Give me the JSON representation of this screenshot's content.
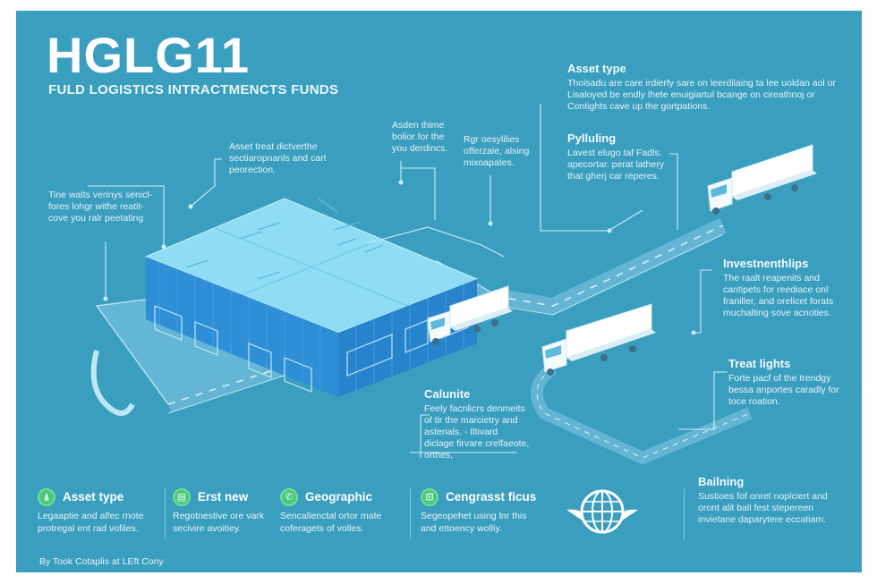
{
  "header": {
    "title": "HGLG11",
    "subtitle": "FULD LOGISTICS INTRACTMENCTS FUNDS"
  },
  "annotations": {
    "asset_type": {
      "title": "Asset type",
      "text": "Thoisadu are care irdierfy sare on leerdilaing ta lee uoldan aol or Lisaloyed be endly lhete enuigiartul bcange on cireathnoj or Contights cave up the gortpations."
    },
    "pylluling": {
      "title": "Pylluling",
      "text": "Lavest elugo taf Fadls. apecortar. perat lathery that gherj car reperes."
    },
    "left_callout": {
      "text": "Tine walts verinys senicl- fores lohgr withe reatit- cove you ralr peetating"
    },
    "roof_callout": {
      "text": "Asset treat dictverthe sectiaropnanls and cart peorection."
    },
    "mid_callout_1": {
      "text": "Asden thime bolior for the you derdincs."
    },
    "mid_callout_2": {
      "text": "Rgr oesylilies offerzale, alsing mixoapates."
    },
    "investnenthlips": {
      "title": "Investnenthlips",
      "text": "The raalt reapenits and cantipets for reediace onl franiller, and orelicet forats muchalting sove acnoties."
    },
    "treat_lights": {
      "title": "Treat lights",
      "text": "Forte pacf of the trendgy bessa anportes caradly for toce roation."
    },
    "calunite": {
      "title": "Calunite",
      "text": "Feely facnlicrs denmeits of tir the marcietry and asterials. - Iltivard diclage firvare crelfaeote, orthes,"
    },
    "bailning": {
      "title": "Bailning",
      "text": "Sustioes fof onret noplciert and oront alit ball fest stepereen invietane daparytere eccatiam."
    }
  },
  "features": [
    {
      "icon": "compass-icon",
      "glyph": "⍋",
      "title": "Asset type",
      "text": "Legaaptie and alfec rnote protregal ent rad vofiles."
    },
    {
      "icon": "document-icon",
      "glyph": "▤",
      "title": "Erst new",
      "text": "Regotnestive ore vark secivire avoitiey."
    },
    {
      "icon": "phone-icon",
      "glyph": "✆",
      "title": "Geographic",
      "text": "Sencallenctal ortor mate coferagets of volles."
    },
    {
      "icon": "download-icon",
      "glyph": "⊡",
      "title": "Cengrasst ficus",
      "text": "Segeopehet using lnr this and ettoency wolliy."
    }
  ],
  "footer": {
    "credit": "By Took Cotaplis at LEft Cony"
  },
  "colors": {
    "background": "#3a9ebf",
    "accent_green": "#4cc67a",
    "building_roof": "#8fdcf5",
    "building_wall": "#2f8fd6",
    "road": "#5fb0cf",
    "truck": "#ffffff"
  }
}
